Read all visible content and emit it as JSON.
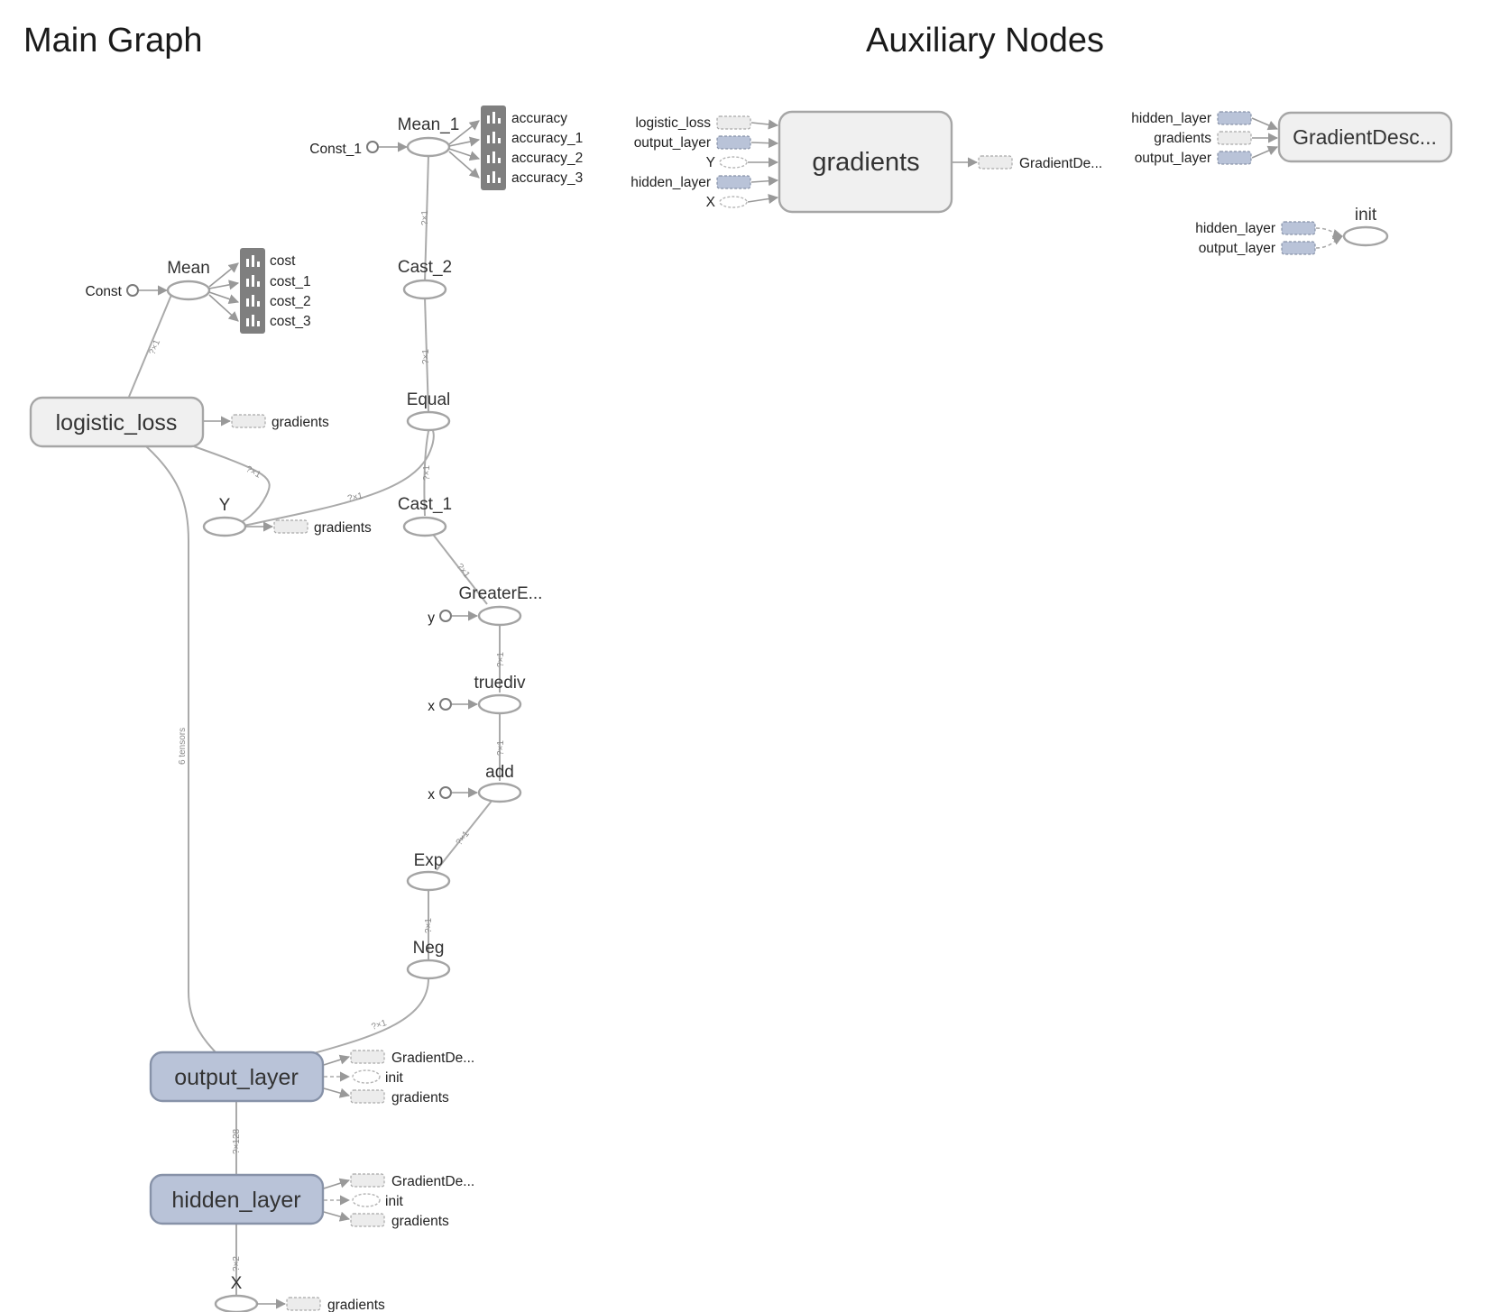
{
  "titles": {
    "main": "Main Graph",
    "aux": "Auxiliary Nodes"
  },
  "main": {
    "const_1": "Const_1",
    "mean_1": "Mean_1",
    "accuracy": [
      "accuracy",
      "accuracy_1",
      "accuracy_2",
      "accuracy_3"
    ],
    "const": "Const",
    "mean": "Mean",
    "cost": [
      "cost",
      "cost_1",
      "cost_2",
      "cost_3"
    ],
    "cast_2": "Cast_2",
    "equal": "Equal",
    "logistic_loss": "logistic_loss",
    "logistic_loss_out": "gradients",
    "Y": "Y",
    "Y_out": "gradients",
    "cast_1": "Cast_1",
    "greater": "GreaterE...",
    "y_const": "y",
    "truediv": "truediv",
    "x_const_1": "x",
    "add": "add",
    "x_const_2": "x",
    "exp": "Exp",
    "neg": "Neg",
    "output_layer": "output_layer",
    "output_layer_outs": [
      "GradientDe...",
      "init",
      "gradients"
    ],
    "hidden_layer": "hidden_layer",
    "hidden_layer_outs": [
      "GradientDe...",
      "init",
      "gradients"
    ],
    "X": "X",
    "X_out": "gradients",
    "edge_labels": {
      "mean1_cast2": "?×1",
      "mean_ll": "?×1",
      "cast2_equal": "?×1",
      "ll_y": "?×1",
      "y_equal": "?×1",
      "equal_cast1": "?×1",
      "cast1_greater": "?×1",
      "greater_truediv": "?×1",
      "truediv_add": "?×1",
      "add_exp": "?×1",
      "exp_neg": "?×1",
      "neg_output": "?×1",
      "ll_output": "6 tensors",
      "output_hidden": "?×128",
      "hidden_X": "?×2"
    }
  },
  "aux": {
    "gradients": "gradients",
    "gradients_inputs": [
      "logistic_loss",
      "output_layer",
      "Y",
      "hidden_layer",
      "X"
    ],
    "gradients_out": "GradientDe...",
    "gd": "GradientDesc...",
    "gd_inputs": [
      "hidden_layer",
      "gradients",
      "output_layer"
    ],
    "init": "init",
    "init_inputs": [
      "hidden_layer",
      "output_layer"
    ]
  }
}
